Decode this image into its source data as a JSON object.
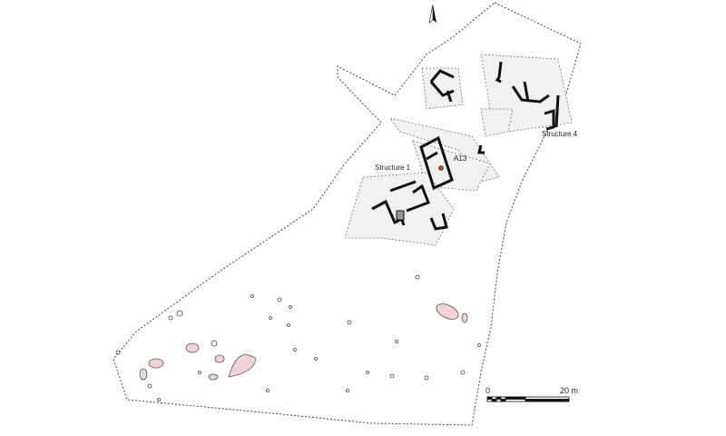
{
  "labels": {
    "structure1": "Structure 1",
    "structure4": "Structure 4",
    "feature": "A13"
  },
  "scale": {
    "start": "0",
    "end": "20 m"
  },
  "colors": {
    "pit_fill": "#f2d3d3",
    "pit_stroke": "#555555",
    "wall": "#111111",
    "feature": "#c0502a",
    "shade": "#f1f1f1"
  }
}
